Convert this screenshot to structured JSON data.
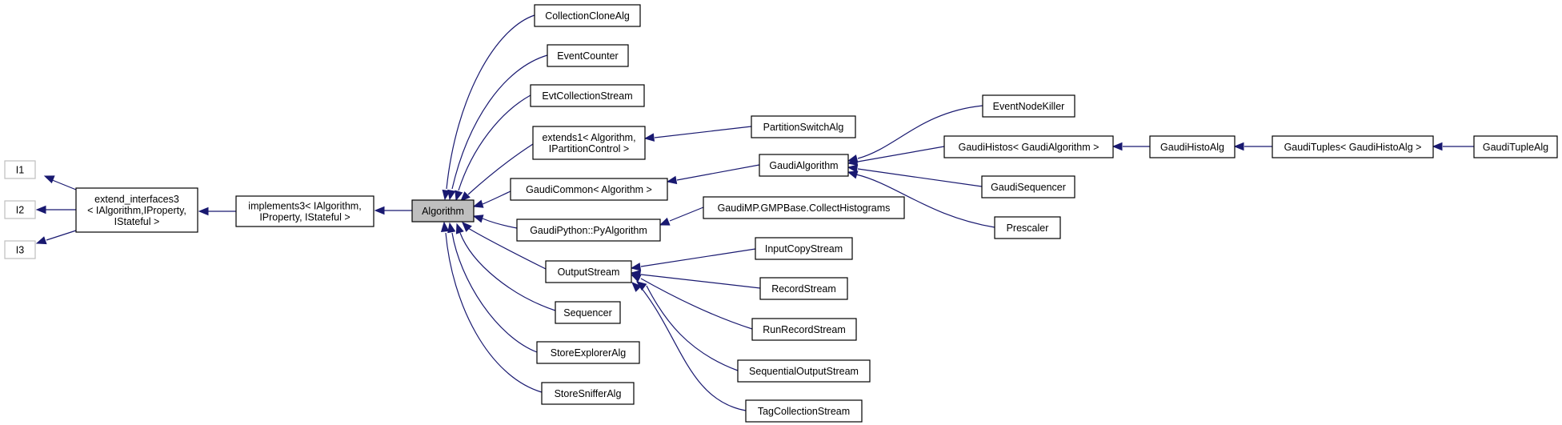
{
  "diagram": {
    "colors": {
      "edge": "#191970",
      "node_border": "#000000",
      "faded_border": "#bfbfbf",
      "current_fill": "#bfbfbf"
    },
    "nodes": {
      "i1": [
        "I1"
      ],
      "i2": [
        "I2"
      ],
      "i3": [
        "I3"
      ],
      "extend_interfaces3": [
        "extend_interfaces3",
        "< IAlgorithm,IProperty,",
        "IStateful >"
      ],
      "implements3": [
        "implements3< IAlgorithm,",
        "IProperty, IStateful >"
      ],
      "algorithm": [
        "Algorithm"
      ],
      "collection_clone_alg": [
        "CollectionCloneAlg"
      ],
      "event_counter": [
        "EventCounter"
      ],
      "evt_collection_stream": [
        "EvtCollectionStream"
      ],
      "extends1": [
        "extends1< Algorithm,",
        "IPartitionControl >"
      ],
      "gaudi_common": [
        "GaudiCommon< Algorithm >"
      ],
      "gaudi_python_pyalgorithm": [
        "GaudiPython::PyAlgorithm"
      ],
      "output_stream": [
        "OutputStream"
      ],
      "sequencer": [
        "Sequencer"
      ],
      "store_explorer_alg": [
        "StoreExplorerAlg"
      ],
      "store_sniffer_alg": [
        "StoreSnifferAlg"
      ],
      "partition_switch_alg": [
        "PartitionSwitchAlg"
      ],
      "gaudi_algorithm": [
        "GaudiAlgorithm"
      ],
      "gaudimp_collect_histograms": [
        "GaudiMP.GMPBase.CollectHistograms"
      ],
      "input_copy_stream": [
        "InputCopyStream"
      ],
      "record_stream": [
        "RecordStream"
      ],
      "run_record_stream": [
        "RunRecordStream"
      ],
      "sequential_output_stream": [
        "SequentialOutputStream"
      ],
      "tag_collection_stream": [
        "TagCollectionStream"
      ],
      "event_node_killer": [
        "EventNodeKiller"
      ],
      "gaudi_histos": [
        "GaudiHistos< GaudiAlgorithm >"
      ],
      "gaudi_sequencer": [
        "GaudiSequencer"
      ],
      "prescaler": [
        "Prescaler"
      ],
      "gaudi_histo_alg": [
        "GaudiHistoAlg"
      ],
      "gaudi_tuples": [
        "GaudiTuples< GaudiHistoAlg >"
      ],
      "gaudi_tuple_alg": [
        "GaudiTupleAlg"
      ]
    }
  }
}
